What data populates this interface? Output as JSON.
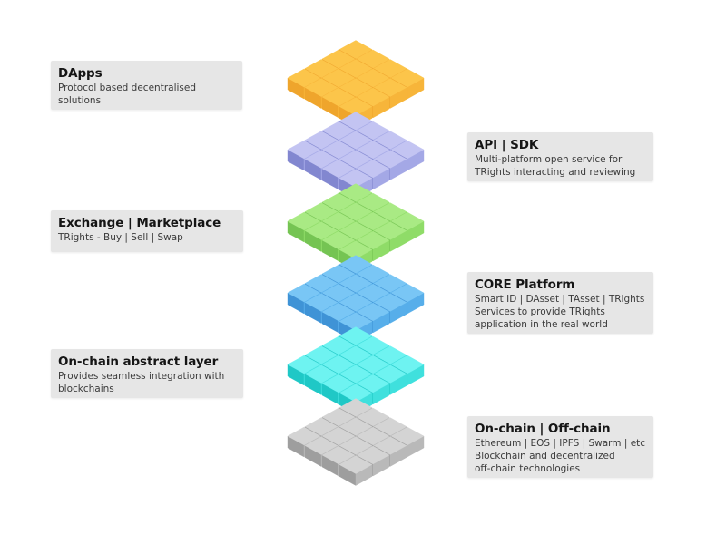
{
  "layers": [
    {
      "name": "dapps",
      "colors": {
        "top": "#fcc54a",
        "left": "#efa52c",
        "right": "#f7b53a"
      }
    },
    {
      "name": "api",
      "colors": {
        "top": "#c3c4f2",
        "left": "#8287d0",
        "right": "#a4a8e6"
      }
    },
    {
      "name": "exchange",
      "colors": {
        "top": "#a9ea84",
        "left": "#75c453",
        "right": "#8fdc68"
      }
    },
    {
      "name": "core",
      "colors": {
        "top": "#79c6f5",
        "left": "#3f93d6",
        "right": "#57aeea"
      }
    },
    {
      "name": "onchain",
      "colors": {
        "top": "#6ef3f1",
        "left": "#1fc8c6",
        "right": "#3fe0dd"
      }
    },
    {
      "name": "offchain",
      "colors": {
        "top": "#d4d4d4",
        "left": "#9e9e9e",
        "right": "#b9b9b9"
      }
    }
  ],
  "labels": {
    "dapps": {
      "title": "DApps",
      "lines": [
        "Protocol based decentralised",
        "solutions"
      ]
    },
    "api": {
      "title": "API | SDK",
      "lines": [
        "Multi-platform open service for",
        "TRights interacting and reviewing"
      ]
    },
    "exchange": {
      "title": "Exchange | Marketplace",
      "lines": [
        "TRights - Buy | Sell | Swap"
      ]
    },
    "core": {
      "title": "CORE Platform",
      "lines": [
        "Smart ID | DAsset | TAsset | TRights",
        "Services to provide TRights",
        "application in the real world"
      ]
    },
    "onchain": {
      "title": "On-chain abstract layer",
      "lines": [
        "Provides seamless integration with",
        "blockchains"
      ]
    },
    "offchain": {
      "title": "On-chain | Off-chain",
      "lines": [
        "Ethereum | EOS | IPFS | Swarm | etc",
        "Blockchain and decentralized",
        "off-chain technologies"
      ]
    }
  }
}
